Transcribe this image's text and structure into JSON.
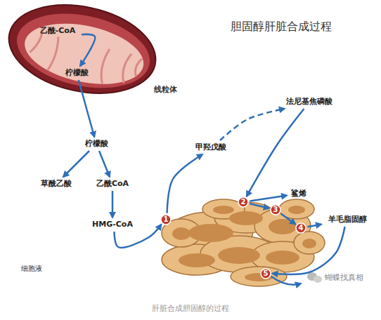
{
  "diagram": {
    "title": "胆固醇肝脏合成过程",
    "caption": "肝脏合成胆固醇的过程",
    "nodes": [
      {
        "text": [
          "线粒体"
        ]
      },
      {
        "text": [
          "乙酰-CoA"
        ],
        "in": 0
      },
      {
        "text": [
          "柠檬酸"
        ],
        "in": 0
      },
      {
        "text": [
          "柠檬酸"
        ]
      },
      {
        "text": [
          "草酰乙酸"
        ]
      },
      {
        "text": [
          "乙酰CoA"
        ]
      },
      {
        "text": [
          "HMG-CoA"
        ]
      },
      {
        "text": [
          "1"
        ]
      },
      {
        "text": [
          "甲羟戊酸"
        ]
      },
      {
        "text": [
          "法尼基焦磷酸"
        ]
      },
      {
        "text": [
          "2"
        ]
      },
      {
        "text": [
          "鲨烯"
        ]
      },
      {
        "text": [
          "3"
        ]
      },
      {
        "text": [
          "4"
        ]
      },
      {
        "text": [
          "羊毛脂固醇"
        ]
      },
      {
        "text": [
          "5"
        ]
      }
    ],
    "edges": [
      {
        "from": 1,
        "to": 2,
        "arrow": "to"
      },
      {
        "from": 2,
        "to": 3,
        "arrow": "to"
      },
      {
        "from": 3,
        "to": 4,
        "arrow": "to"
      },
      {
        "from": 3,
        "to": 5,
        "arrow": "to"
      },
      {
        "from": 5,
        "to": 6,
        "arrow": "to"
      },
      {
        "from": 6,
        "to": 7,
        "arrow": "to"
      },
      {
        "from": 7,
        "to": 8,
        "arrow": "to"
      },
      {
        "from": 8,
        "to": 9,
        "arrow": "to"
      },
      {
        "from": 9,
        "to": 10,
        "arrow": "to"
      },
      {
        "from": 10,
        "to": 11,
        "arrow": "to"
      },
      {
        "from": 10,
        "to": 12,
        "arrow": "to"
      },
      {
        "from": 12,
        "to": 13,
        "arrow": "to"
      },
      {
        "from": 13,
        "to": 14,
        "arrow": "to"
      },
      {
        "from": 14,
        "to": 15,
        "arrow": "to"
      }
    ],
    "labels": [
      "细胞液",
      "蝴蝶找真相"
    ]
  }
}
